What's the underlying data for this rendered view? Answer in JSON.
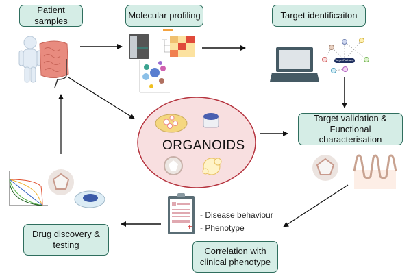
{
  "steps": {
    "patient_samples": "Patient samples",
    "molecular_profiling": "Molecular profiling",
    "target_identification": "Target identificaiton",
    "target_validation_line1": "Target validation &",
    "target_validation_line2": "Functional characterisation",
    "correlation_line1": "Correlation with",
    "correlation_line2": "clinical phenotype",
    "drug_discovery_line1": "Drug discovery &",
    "drug_discovery_line2": "testing"
  },
  "organoids": {
    "title": "ORGANOIDS"
  },
  "clinical_notes": [
    "- Disease behaviour",
    "- Phenotype"
  ],
  "network": {
    "center_label": "Target/Pathway"
  },
  "colors": {
    "box_fill": "#d5ede6",
    "box_border": "#2f6e5e",
    "organoid_fill": "#f8dfe0",
    "organoid_border": "#b5333e"
  }
}
